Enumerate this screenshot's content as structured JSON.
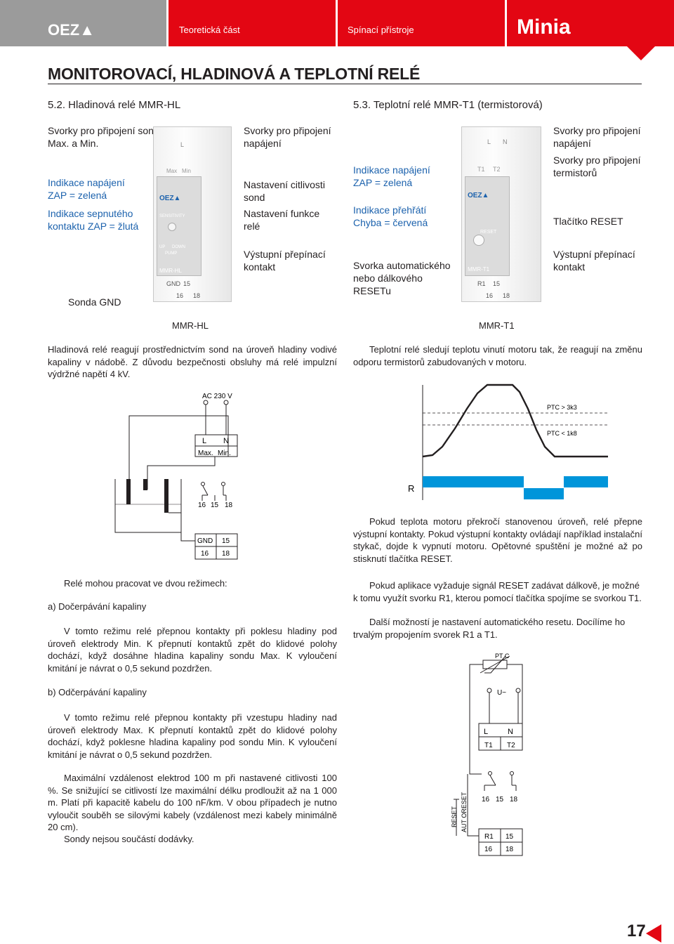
{
  "header": {
    "logo": "OEZ▲",
    "theory": "Teoretická část",
    "switching": "Spínací přístroje",
    "brand": "Minia"
  },
  "title": "MONITOROVACÍ, HLADINOVÁ A TEPLOTNÍ RELÉ",
  "left": {
    "section": "5.2.  Hladinová relé MMR-HL",
    "labels": {
      "probes": "Svorky pro připojení sondy Max. a Min.",
      "power_ind": "Indikace napájení ZAP = zelená",
      "contact_ind": "Indikace sepnutého kontaktu ZAP = žlutá",
      "supply_terms": "Svorky pro připojení napájení",
      "sensitivity": "Nastavení citlivosti sond",
      "function": "Nastavení funkce relé",
      "output": "Výstupní přepínací kontakt",
      "probe_gnd": "Sonda GND"
    },
    "device": {
      "model": "MMR-HL",
      "sensitivity": "SENSITIVITY",
      "pump": "PUMP",
      "up": "UP",
      "down": "DOWN",
      "max": "Max",
      "min": "Min",
      "top_term": "L",
      "gnd": "GND",
      "t15": "15",
      "t16": "16",
      "t18": "18",
      "brand": "OEZ▲"
    },
    "caption": "MMR-HL",
    "intro": "Hladinová relé reagují prostřednictvím sond na úroveň hladiny vodivé kapaliny v nádobě. Z důvodu bezpečnosti obsluhy má relé impulzní výdržné napětí 4 kV.",
    "diagram": {
      "supply": "AC  230 V",
      "L": "L",
      "N": "N",
      "max": "Max.",
      "min": "Min.",
      "t16": "16",
      "t15": "15",
      "t18": "18",
      "gnd": "GND",
      "b15": "15",
      "b16": "16",
      "b18": "18"
    },
    "modes_intro": "Relé mohou pracovat ve dvou režimech:",
    "mode_a": "a)  Dočerpávání kapaliny",
    "mode_a_text": "V tomto režimu relé přepnou kontakty při poklesu hladiny pod úroveň elektrody Min. K přepnutí kontaktů zpět do klidové polohy dochází, když dosáhne hladina kapaliny sondu Max. K vyloučení kmitání je návrat o 0,5 sekund pozdržen.",
    "mode_b": "b)  Odčerpávání kapaliny",
    "mode_b_text": "V tomto režimu relé přepnou kontakty při vzestupu hladiny nad úroveň elektrody Max. K přepnutí kontaktů zpět do klidové polohy dochází, když poklesne hladina kapaliny pod sondu Min. K vyloučení kmitání je návrat o 0,5 sekund pozdržen.",
    "distance_text": "Maximální vzdálenost elektrod 100 m při nastavené citlivosti 100 %. Se snižující se citlivostí lze maximální délku prodloužit až na 1 000 m. Platí při kapacitě kabelu do 100 nF/km. V obou případech je nutno vyloučit souběh se silovými kabely (vzdálenost mezi kabely minimálně 20 cm).",
    "probes_note": "Sondy nejsou součástí dodávky."
  },
  "right": {
    "section": "5.3.  Teplotní relé MMR-T1 (termistorová)",
    "labels": {
      "power_ind": "Indikace napájení ZAP = zelená",
      "overheat": "Indikace přehřátí Chyba = červená",
      "reset_term": "Svorka automatického nebo dálkového RESETu",
      "supply_terms": "Svorky pro připojení napájení",
      "thermistor_terms": "Svorky pro připojení termistorů",
      "reset_btn": "Tlačítko RESET",
      "output": "Výstupní přepínací kontakt"
    },
    "device": {
      "model": "MMR-T1",
      "reset": "RESET",
      "t1": "T1",
      "t2": "T2",
      "L": "L",
      "N": "N",
      "r1": "R1",
      "t15": "15",
      "t16": "16",
      "t18": "18",
      "brand": "OEZ▲"
    },
    "caption": "MMR-T1",
    "intro": "Teplotní relé sledují teplotu vinutí motoru tak, že reagují na změnu odporu termistorů zabudovaných v motoru.",
    "graph": {
      "ptc_high": "PTC > 3k3",
      "ptc_low": "PTC < 1k8",
      "r_label": "R"
    },
    "para1": "Pokud teplota motoru překročí stanovenou úroveň, relé přepne výstupní kontakty. Pokud výstupní kontakty ovládají například instalační stykač, dojde k vypnutí motoru. Opětovné spuštění je možné až po stisknutí tlačítka RESET.",
    "para2": "Pokud aplikace vyžaduje signál RESET zadávat dálkově, je možné k tomu využít svorku R1, kterou pomocí tlačítka spojíme se svorkou T1.",
    "para3": "Další možností je nastavení automatického resetu. Docílíme ho trvalým propojením svorek R1 a T1.",
    "diagram": {
      "ptc": "PT C",
      "u": "U~",
      "L": "L",
      "N": "N",
      "T1": "T1",
      "T2": "T2",
      "t16": "16",
      "t15": "15",
      "t18": "18",
      "R1": "R1",
      "b15": "15",
      "b16": "16",
      "b18": "18",
      "reset": "RESET",
      "auto_reset": "AUT ORESET"
    }
  },
  "page_number": "17",
  "colors": {
    "accent": "#e30613",
    "grey": "#9b9b9b",
    "blue": "#1c62ad",
    "graph_blue": "#0095da"
  }
}
